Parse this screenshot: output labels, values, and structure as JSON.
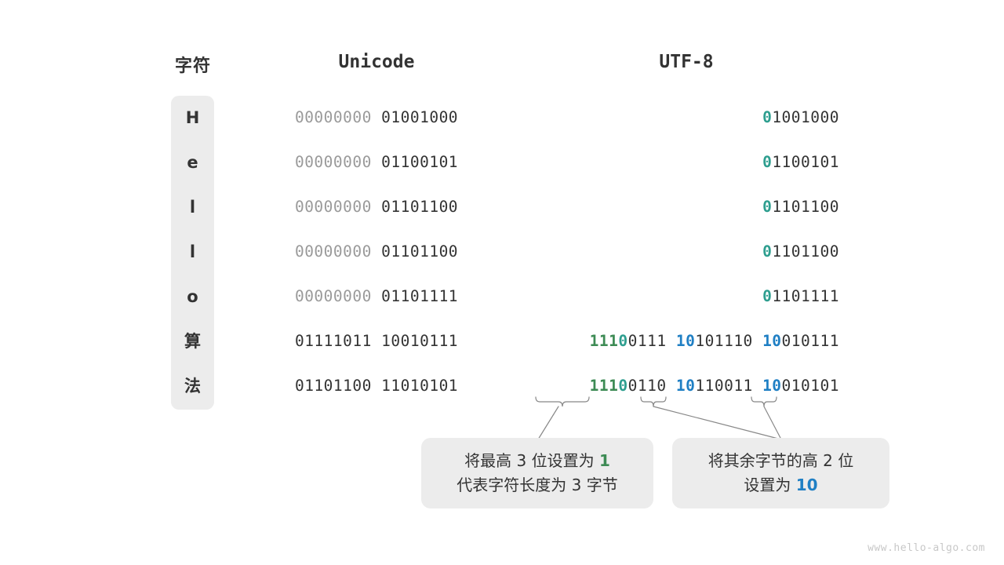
{
  "headers": {
    "char": "字符",
    "unicode": "Unicode",
    "utf8": "UTF-8"
  },
  "rows": [
    {
      "char": "H",
      "unicode_high": "00000000",
      "unicode_low": "01001000",
      "utf8_bytes": [
        {
          "prefix": "0",
          "prefix_color": "teal",
          "rest": "1001000"
        }
      ]
    },
    {
      "char": "e",
      "unicode_high": "00000000",
      "unicode_low": "01100101",
      "utf8_bytes": [
        {
          "prefix": "0",
          "prefix_color": "teal",
          "rest": "1100101"
        }
      ]
    },
    {
      "char": "l",
      "unicode_high": "00000000",
      "unicode_low": "01101100",
      "utf8_bytes": [
        {
          "prefix": "0",
          "prefix_color": "teal",
          "rest": "1101100"
        }
      ]
    },
    {
      "char": "l",
      "unicode_high": "00000000",
      "unicode_low": "01101100",
      "utf8_bytes": [
        {
          "prefix": "0",
          "prefix_color": "teal",
          "rest": "1101100"
        }
      ]
    },
    {
      "char": "o",
      "unicode_high": "00000000",
      "unicode_low": "01101111",
      "utf8_bytes": [
        {
          "prefix": "0",
          "prefix_color": "teal",
          "rest": "1101111"
        }
      ]
    },
    {
      "char": "算",
      "unicode_high": "01111011",
      "unicode_low": "10010111",
      "utf8_bytes": [
        {
          "prefix": "111",
          "prefix2": "0",
          "prefix_color": "green",
          "rest": "0111"
        },
        {
          "prefix": "10",
          "prefix_color": "blue",
          "rest": "101110"
        },
        {
          "prefix": "10",
          "prefix_color": "blue",
          "rest": "010111"
        }
      ]
    },
    {
      "char": "法",
      "unicode_high": "01101100",
      "unicode_low": "11010101",
      "utf8_bytes": [
        {
          "prefix": "111",
          "prefix2": "0",
          "prefix_color": "green",
          "rest": "0110"
        },
        {
          "prefix": "10",
          "prefix_color": "blue",
          "rest": "110011"
        },
        {
          "prefix": "10",
          "prefix_color": "blue",
          "rest": "010101"
        }
      ]
    }
  ],
  "callouts": [
    {
      "line1_pre": "将最高 3 位设置为 ",
      "line1_hi": "1",
      "line1_hi_color": "green",
      "line2": "代表字符长度为 3 字节"
    },
    {
      "line1": "将其余字节的高 2 位",
      "line2_pre": "设置为 ",
      "line2_hi": "10",
      "line2_hi_color": "blue"
    }
  ],
  "watermark": "www.hello-algo.com",
  "colors": {
    "teal": "#2e9e8f",
    "green": "#3d8b54",
    "blue": "#1f7fc4",
    "text": "#333333",
    "dim": "#9a9a9a",
    "panel": "#ececec",
    "background": "#ffffff",
    "connector": "#888888",
    "watermark": "#c8c8c8"
  }
}
